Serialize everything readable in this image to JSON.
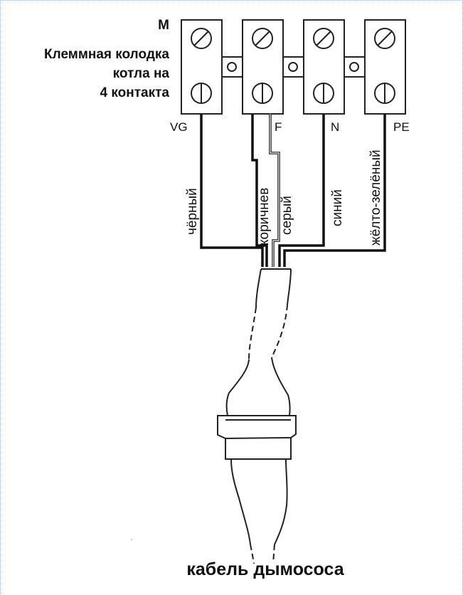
{
  "block": {
    "marker": "M",
    "title_lines": [
      "Клеммная колодка",
      "котла на",
      "4 контакта"
    ],
    "terminals": [
      "VG",
      "F",
      "N",
      "PE"
    ]
  },
  "wires": [
    "чёрный",
    "коричнев",
    "серый",
    "синий",
    "жёлто-зелёный"
  ],
  "caption": "кабель дымососа"
}
